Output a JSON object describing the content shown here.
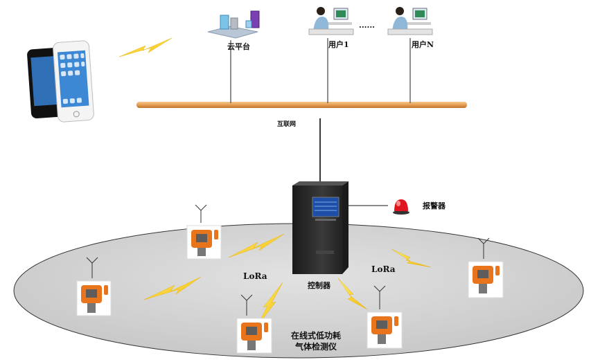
{
  "labels": {
    "cloud": "云平台",
    "user1": "用户1",
    "userN": "用户N",
    "ellipsis": "......",
    "internet": "互联网",
    "alarm": "报警器",
    "controller": "控制器",
    "lora_left": "LoRa",
    "lora_right": "LoRa",
    "detector_line1": "在线式低功耗",
    "detector_line2": "气体检测仪"
  },
  "colors": {
    "bus": "#E8A55A",
    "ground": "#D4D4D4",
    "lightning": "#F5D20B",
    "detector": "#E8741C",
    "controller": "#2A2A2A",
    "screen": "#1E4FA8",
    "alarm": "#E0141E"
  }
}
